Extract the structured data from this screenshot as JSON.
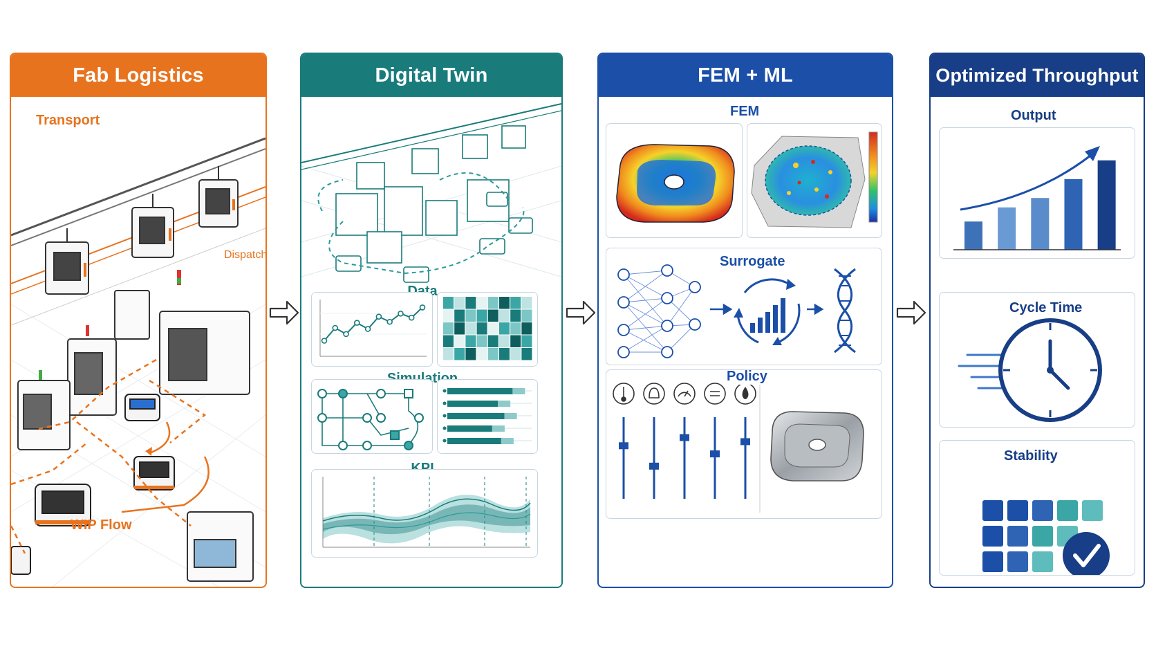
{
  "panels": {
    "fab": {
      "title": "Fab Logistics",
      "color": "#e8731e",
      "labels": {
        "transport": "Transport",
        "dispatch": "Dispatch",
        "wip": "WIP Flow"
      }
    },
    "twin": {
      "title": "Digital Twin",
      "color": "#1a7b7b",
      "labels": {
        "data": "Data",
        "simulation": "Simulation",
        "kpi": "KPI"
      }
    },
    "fem": {
      "title": "FEM + ML",
      "color": "#1b4fa8",
      "labels": {
        "fem": "FEM",
        "surrogate": "Surrogate",
        "policy": "Policy"
      }
    },
    "opt": {
      "title": "Optimized Throughput",
      "color": "#173e86",
      "labels": {
        "output": "Output",
        "cycle": "Cycle Time",
        "stability": "Stability"
      }
    }
  },
  "colors": {
    "orange": "#e8731e",
    "teal": "#1a7b7b",
    "blue": "#1b4fa8",
    "navy": "#173e86",
    "accent_teal": "#3aa6a6"
  },
  "icons": [
    "thermometer-icon",
    "bell-icon",
    "gauge-icon",
    "equal-icon",
    "drop-icon",
    "check-icon",
    "clock-icon",
    "dna-icon",
    "neural-net-icon"
  ],
  "data_trend": [
    0.25,
    0.5,
    0.38,
    0.6,
    0.48,
    0.72,
    0.62,
    0.78,
    0.7,
    0.9
  ],
  "output_bars": [
    0.3,
    0.45,
    0.55,
    0.75,
    0.95
  ],
  "sim_bars": [
    0.8,
    0.62,
    0.7,
    0.55,
    0.66
  ],
  "policy_sliders": [
    0.35,
    0.6,
    0.25,
    0.45,
    0.3
  ]
}
